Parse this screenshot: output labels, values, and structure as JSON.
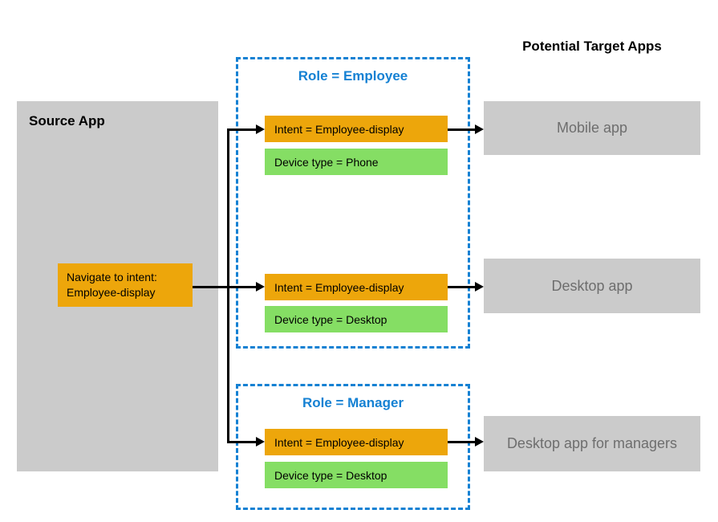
{
  "diagram": {
    "title": "Potential Target Apps",
    "source": {
      "label": "Source App",
      "action_line1": "Navigate to intent:",
      "action_line2": "Employee-display"
    },
    "groups": [
      {
        "title": "Role = Employee",
        "rows": [
          {
            "intent": "Intent = Employee-display",
            "device": "Device type = Phone",
            "target": "Mobile app"
          },
          {
            "intent": "Intent = Employee-display",
            "device": "Device type = Desktop",
            "target": "Desktop app"
          }
        ]
      },
      {
        "title": "Role = Manager",
        "rows": [
          {
            "intent": "Intent = Employee-display",
            "device": "Device type = Desktop",
            "target": "Desktop app for managers"
          }
        ]
      }
    ],
    "colors": {
      "intent_bg": "#eda60b",
      "device_bg": "#85de64",
      "group_border": "#1581d3",
      "group_title_text": "#1581d3",
      "gray_box_bg": "#cbcbcb",
      "target_text": "#6e6e6e",
      "arrow": "#000000"
    }
  }
}
